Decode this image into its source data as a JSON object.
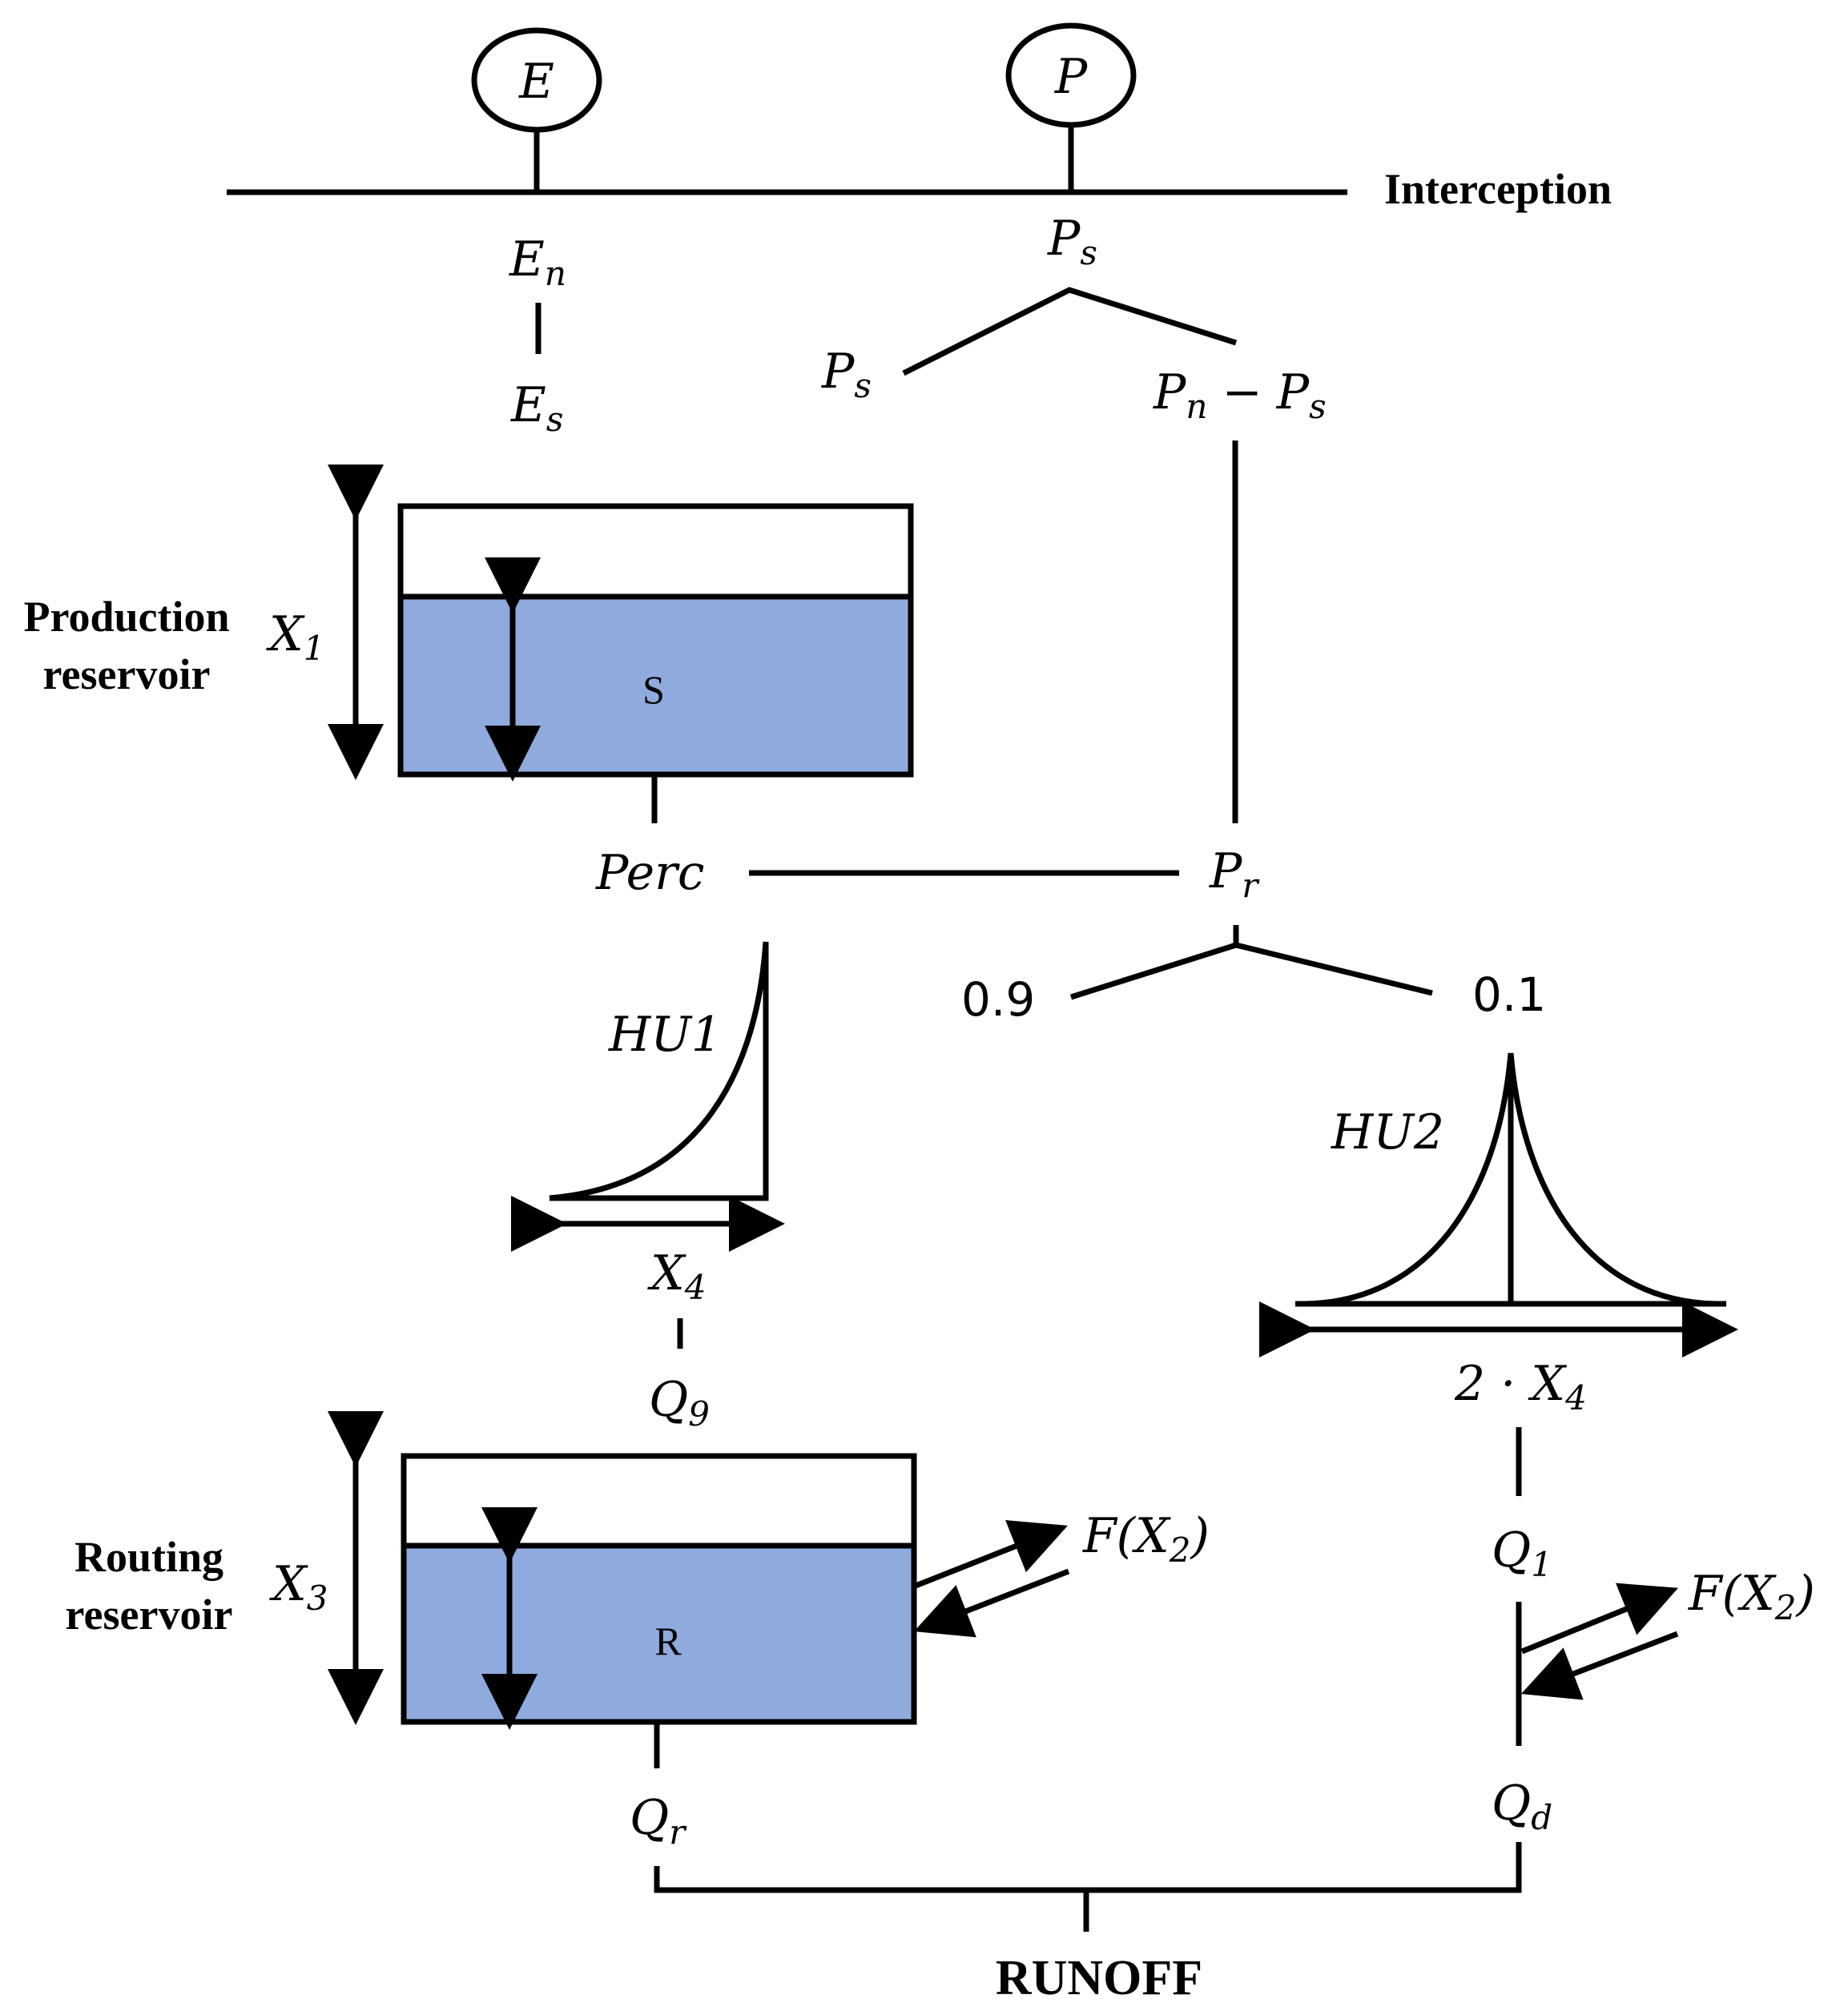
{
  "labels": {
    "E": "E",
    "P": "P",
    "interception": "Interception",
    "En_main": "E",
    "En_sub": "n",
    "Es_main": "E",
    "Es_sub": "s",
    "Ps_top_main": "P",
    "Ps_top_sub": "s",
    "Ps_left_main": "P",
    "Ps_left_sub": "s",
    "PnPs_a_main": "P",
    "PnPs_a_sub": "n",
    "PnPs_minus": "−",
    "PnPs_b_main": "P",
    "PnPs_b_sub": "s",
    "production_line1": "Production",
    "production_line2": "reservoir",
    "X1_main": "X",
    "X1_sub": "1",
    "S": "S",
    "perc": "Perc",
    "Pr_main": "P",
    "Pr_sub": "r",
    "split_left": "0.9",
    "split_right": "0.1",
    "HU1": "HU1",
    "HU2": "HU2",
    "X4_main": "X",
    "X4_sub": "4",
    "twoX4_prefix": "2 · X",
    "twoX4_sub": "4",
    "Q9_main": "Q",
    "Q9_sub": "9",
    "Q1_main": "Q",
    "Q1_sub": "1",
    "routing_line1": "Routing",
    "routing_line2": "reservoir",
    "X3_main": "X",
    "X3_sub": "3",
    "R": "R",
    "FX2_left_a": "F(X",
    "FX2_left_sub": "2",
    "FX2_left_b": ")",
    "FX2_right_a": "F(X",
    "FX2_right_sub": "2",
    "FX2_right_b": ")",
    "Qr_main": "Q",
    "Qr_sub": "r",
    "Qd_main": "Q",
    "Qd_sub": "d",
    "runoff": "RUNOFF"
  },
  "colors": {
    "reservoir_fill": "#8faadc",
    "line": "#000000"
  }
}
